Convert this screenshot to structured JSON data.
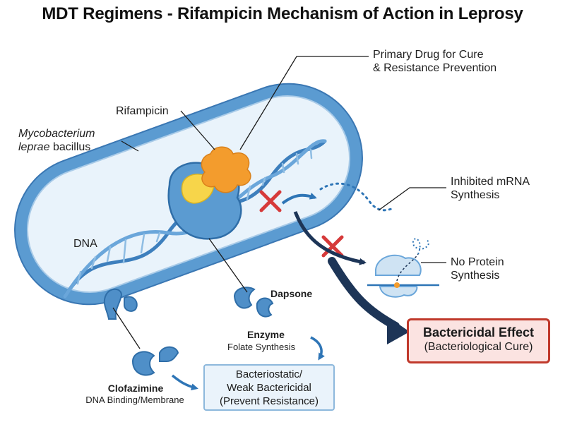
{
  "title": "MDT Regimens - Rifampicin Mechanism of Action in Leprosy",
  "labels": {
    "primary_line1": "Primary Drug for Cure",
    "primary_line2": "& Resistance Prevention",
    "rifampicin": "Rifampicin",
    "mycobacterium": "Mycobacterium",
    "leprae": "leprae",
    "bacillus": "bacillus",
    "dna": "DNA",
    "inhibited_line1": "Inhibited mRNA",
    "inhibited_line2": "Synthesis",
    "no_protein_line1": "No Protein",
    "no_protein_line2": "Synthesis",
    "dapsone": "Dapsone",
    "enzyme": "Enzyme",
    "folate": "Folate Synthesis",
    "clofazimine": "Clofazimine",
    "clofazimine_sub": "DNA Binding/Membrane",
    "bacteriostatic_line1": "Bacteriostatic/",
    "bacteriostatic_line2": "Weak Bactericidal",
    "bacteriostatic_line3": "(Prevent Resistance)",
    "bactericidal_title": "Bactericidal Effect",
    "bactericidal_sub": "(Bacteriological Cure)"
  },
  "colors": {
    "cell_wall": "#4f8fc8",
    "cell_interior": "#e9f3fb",
    "dna_strand": "#3d7fbd",
    "rifampicin": "#f39c2d",
    "polymerase": "#4f8fc8",
    "inhibit_x": "#d63a3a",
    "arrow_dark": "#1d3557",
    "bactericidal_border": "#c0392b"
  }
}
